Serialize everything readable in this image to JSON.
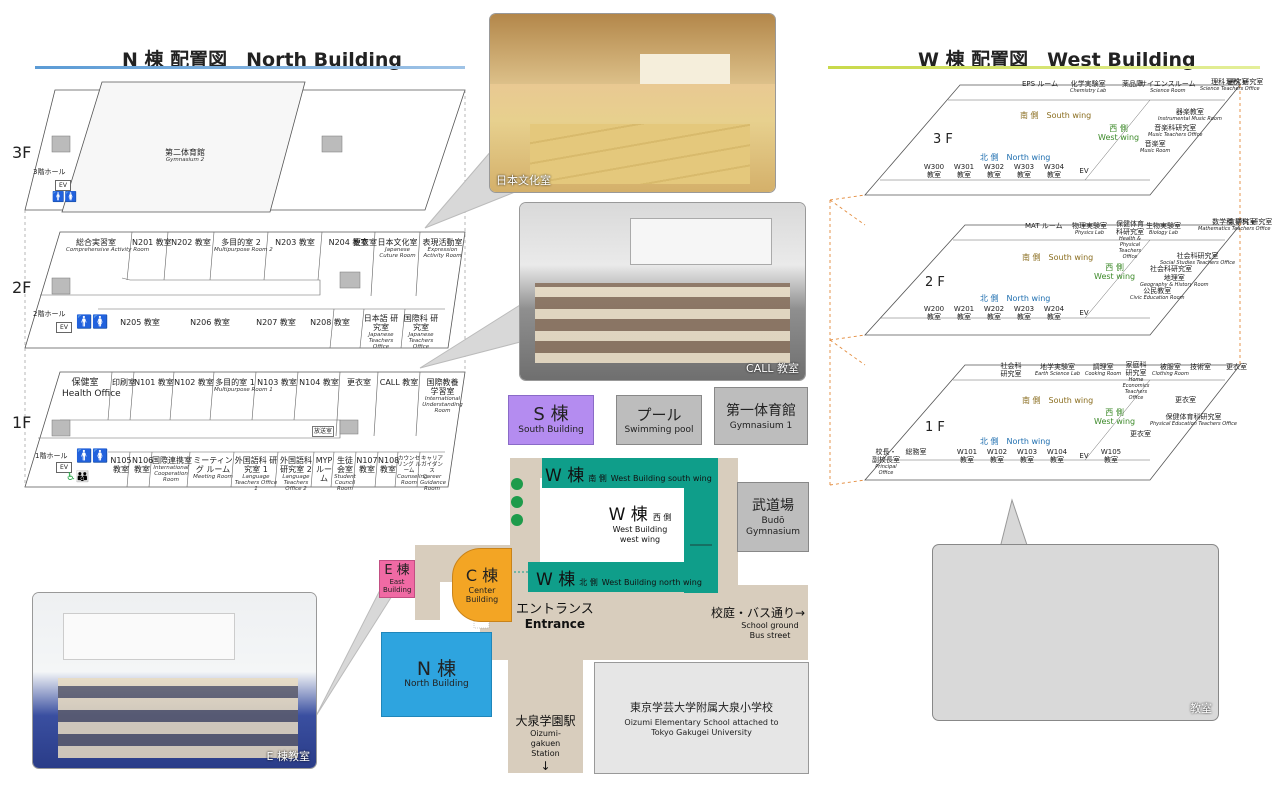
{
  "north": {
    "title": "N 棟 配置図　North Building",
    "floors": {
      "f3": "3F",
      "f2": "2F",
      "f1": "1F"
    },
    "f3": {
      "hall": "3階ホール",
      "ev": "EV",
      "gym2": "第二体育館",
      "gym2_en": "Gymnasium 2"
    },
    "f2": {
      "r1": "総合実習室",
      "r1_en": "Comprehensive Activity Room",
      "r2": "N201 教室",
      "r3": "N202 教室",
      "r4": "多目的室 2",
      "r4_en": "Multipurpose Room 2",
      "r5": "N203 教室",
      "r6": "N204 教室",
      "r7": "更衣室",
      "r8": "日本文化室",
      "r8_en": "Japanese Cuture Room",
      "r9": "表現活動室",
      "r9_en": "Expression Activity Room",
      "hall": "2階ホール",
      "ev": "EV",
      "b1": "N205 教室",
      "b2": "N206 教室",
      "b3": "N207 教室",
      "b4": "N208 教室",
      "b5": "日本語 研究室",
      "b5_en": "Japanese Teachers Office",
      "b6": "国際科 研究室",
      "b6_en": "Japanese Teachers Office"
    },
    "f1": {
      "r1": "保健室",
      "r1_en": "Health Office",
      "r2": "印刷室",
      "r3": "N101 教室",
      "r4": "N102 教室",
      "r5": "多目的室 1",
      "r5_en": "Multipurpose Room 1",
      "r6": "N103 教室",
      "r7": "N104 教室",
      "r8": "更衣室",
      "r9": "CALL 教室",
      "r10": "国際教養 学習室",
      "r10_en": "International Understanding Room",
      "small": "放送室",
      "hall": "1階ホール",
      "ev": "EV",
      "b1": "N105 教室",
      "b2": "N106 教室",
      "b3": "国際連携室",
      "b3_en": "International Cooperation Room",
      "b4": "ミーティング ルーム",
      "b4_en": "Meeting Room",
      "b5": "外国語科 研究室 1",
      "b5_en": "Language Teachers Office 1",
      "b6": "外国語科 研究室 2",
      "b6_en": "Language Teachers Office 2",
      "b7": "MYP ルーム",
      "b8": "生徒 会室",
      "b8_en": "Student Council Room",
      "b9": "N107 教室",
      "b10": "N108 教室",
      "b11": "カウンセリング ルーム",
      "b11_en": "Counseling Room",
      "b12": "キャリア ガイダンス",
      "b12_en": "Career Guidance Room"
    }
  },
  "west": {
    "title": "W 棟 配置図　West Building",
    "wing_south": "南 側　South wing",
    "wing_west_jp": "西 側",
    "wing_west_en": "West wing",
    "wing_north": "北 側　North wing",
    "f3": {
      "label": "3 F",
      "top": [
        "EPS ルーム",
        "化学実験室",
        "薬品庫",
        "サイエンスルーム",
        "理科 研究室",
        "理科 研究室"
      ],
      "top_en": [
        "",
        "Chemistry Lab",
        "",
        "Science Room",
        "Science Teachers Office",
        ""
      ],
      "side": [
        "器楽教室",
        "音楽科研究室",
        "音楽室"
      ],
      "side_en": [
        "Instrumental Music Room",
        "Music Teachers Office",
        "Music Room"
      ],
      "bottom": [
        "W300 教室",
        "W301 教室",
        "W302 教室",
        "W303 教室",
        "W304 教室",
        "EV"
      ]
    },
    "f2": {
      "label": "2 F",
      "top": [
        "MAT ルーム",
        "物理実験室",
        "保健体育 科研究室",
        "生物実験室",
        "数学科 研究室",
        "数学科 研究室"
      ],
      "top_en": [
        "",
        "Physics Lab",
        "Health & Physical Teachers Office",
        "Biology Lab",
        "Mathematics Teachers Office",
        ""
      ],
      "side": [
        "社会科研究室",
        "社会科研究室",
        "地理室",
        "公民教室"
      ],
      "side_en": [
        "Social Studies Teachers Office",
        "",
        "Geography & History Room",
        "Civic Education Room"
      ],
      "bottom": [
        "W200 教室",
        "W201 教室",
        "W202 教室",
        "W203 教室",
        "W204 教室",
        "EV"
      ]
    },
    "f1": {
      "label": "1 F",
      "top": [
        "社会科 研究室",
        "地学実験室",
        "調理室",
        "家庭科 研究室",
        "被服室",
        "技術室",
        "更衣室"
      ],
      "top_en": [
        "",
        "Earth Science Lab",
        "Cooking Room",
        "Home Economics Teachers Office",
        "Clothing Room",
        "",
        ""
      ],
      "side": [
        "更衣室",
        "保健体育科研究室",
        "更衣室"
      ],
      "side_en": [
        "",
        "Physical Education Teachers Office",
        ""
      ],
      "bottom": [
        "校長・ 副校長室",
        "総務室",
        "W101 教室",
        "W102 教室",
        "W103 教室",
        "W104 教室",
        "EV",
        "W105 教室"
      ],
      "bottom_en": [
        "Principal Office",
        "",
        "",
        "",
        "",
        "",
        "",
        ""
      ]
    }
  },
  "photos": {
    "japanese_culture": "日本文化室",
    "call_room": "CALL 教室",
    "e_classroom": "E 棟教室",
    "w_classroom": "教室"
  },
  "campus": {
    "s_bldg": "S 棟",
    "s_bldg_en": "South Building",
    "pool": "プール",
    "pool_en": "Swimming pool",
    "gym1": "第一体育館",
    "gym1_en": "Gymnasium 1",
    "w_south": "W 棟",
    "w_south_side": "南 側",
    "w_south_en": "West Building south wing",
    "w_west": "W 棟",
    "w_west_side": "西 側",
    "w_west_en": "West Building west wing",
    "w_north": "W 棟",
    "w_north_side": "北 側",
    "w_north_en": "West Building north wing",
    "budo": "武道場",
    "budo_en": "Budō Gymnasium",
    "c_bldg": "C 棟",
    "c_bldg_en": "Center Building",
    "e_bldg": "E 棟",
    "e_bldg_en": "East Building",
    "entrance": "エントランス",
    "entrance_en": "Entrance",
    "bus": "校庭・バス通り→",
    "bus_en": "School ground Bus street",
    "n_bldg": "N 棟",
    "n_bldg_en": "North Building",
    "station": "大泉学園駅",
    "station_en": "Oizumi-gakuen Station",
    "station_arrow": "↓",
    "elem": "東京学芸大学附属大泉小学校",
    "elem_en": "Oizumi Elementary School attached to Tokyo Gakugei University"
  },
  "colors": {
    "s_bldg": "#b48cf0",
    "w_bldg": "#0f9e8a",
    "n_bldg": "#2ea4df",
    "c_bldg": "#f3a524",
    "e_bldg": "#f06aa4",
    "path": "#d8cdbd",
    "gray_bldg": "#bdbdbd"
  }
}
